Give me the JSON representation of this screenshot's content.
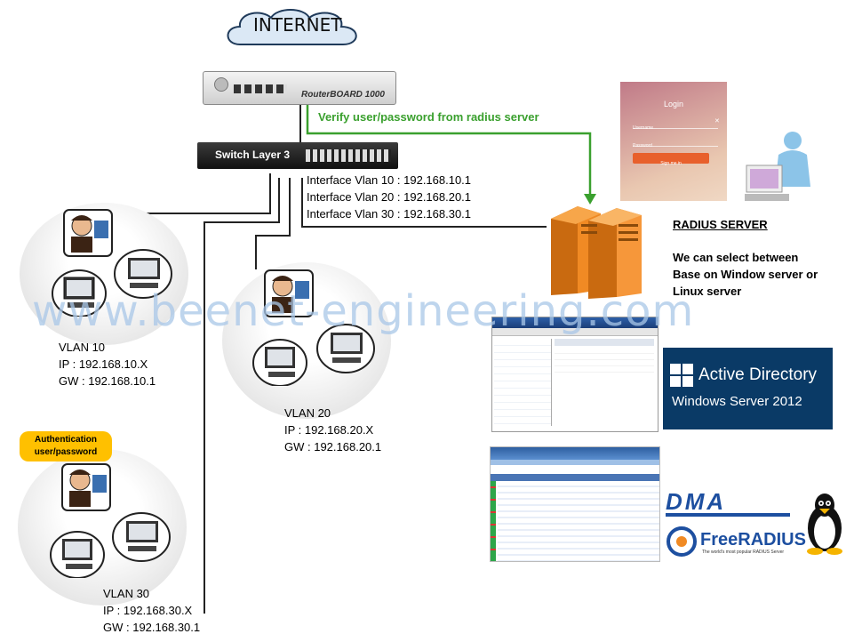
{
  "internet": {
    "label": "INTERNET"
  },
  "router": {
    "brand": "RouterBOARD 1000"
  },
  "switch": {
    "label": "Switch Layer 3"
  },
  "verify": {
    "label": "Verify user/password from radius server"
  },
  "interfaces": [
    "Interface Vlan 10 : 192.168.10.1",
    "Interface Vlan 20 : 192.168.20.1",
    "Interface Vlan 30 : 192.168.30.1"
  ],
  "vlans": [
    {
      "name": "VLAN 10",
      "ip": "IP : 192.168.10.X",
      "gw": "GW : 192.168.10.1"
    },
    {
      "name": "VLAN 20",
      "ip": "IP : 192.168.20.X",
      "gw": "GW : 192.168.20.1"
    },
    {
      "name": "VLAN 30",
      "ip": "IP : 192.168.30.X",
      "gw": "GW : 192.168.30.1"
    }
  ],
  "auth": {
    "line1": "Authentication",
    "line2": "user/password"
  },
  "login": {
    "title": "Login",
    "username": "Username",
    "password": "Password",
    "signin": "Sign me in"
  },
  "radius": {
    "title": "RADIUS SERVER",
    "desc1": "We can select between",
    "desc2": "Base on Window server or",
    "desc3": "Linux server"
  },
  "ad": {
    "line1": "Active Directory",
    "line2": "Windows Server 2012"
  },
  "dma": {
    "label": "DMA"
  },
  "freeradius": {
    "label": "FreeRADIUS",
    "tagline": "The world's most popular RADIUS Server"
  },
  "watermark": "www.beenet-engineering.com",
  "colors": {
    "green": "#3aa02e",
    "badge": "#ffc000",
    "ad": "#0a3a66",
    "server": "#f08a24",
    "signin": "#e8602c"
  }
}
